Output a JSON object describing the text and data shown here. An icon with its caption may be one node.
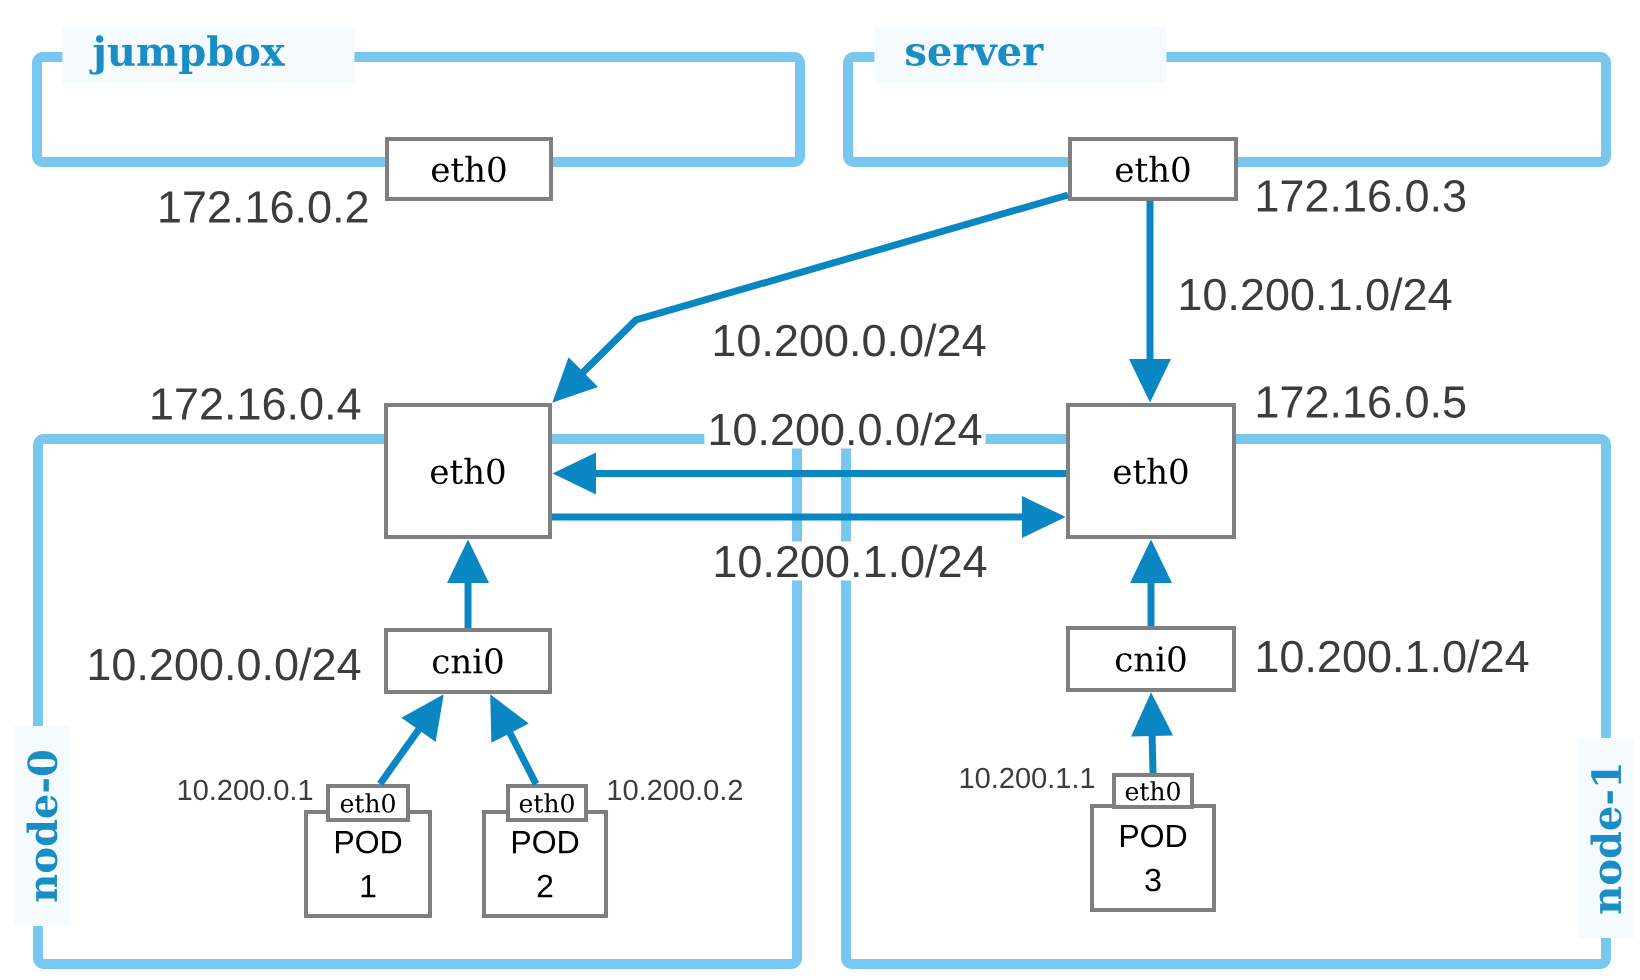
{
  "diagram": {
    "nodes": [
      {
        "text": [
          "jumpbox"
        ]
      },
      {
        "text": [
          "eth0"
        ],
        "beside": [
          "172.16.0.2"
        ]
      },
      {
        "text": [
          "server"
        ]
      },
      {
        "text": [
          "eth0"
        ],
        "beside": [
          "172.16.0.3"
        ]
      },
      {
        "text": [
          "node-0"
        ]
      },
      {
        "text": [
          "eth0"
        ],
        "beside": [
          "172.16.0.4"
        ]
      },
      {
        "text": [
          "cni0"
        ],
        "in": 4,
        "beside": [
          "10.200.0.0/24"
        ]
      },
      {
        "text": [
          "eth0"
        ],
        "in": 4,
        "beside": [
          "10.200.0.1"
        ]
      },
      {
        "text": [
          "POD 1"
        ],
        "in": 4
      },
      {
        "text": [
          "eth0"
        ],
        "in": 4,
        "beside": [
          "10.200.0.2"
        ]
      },
      {
        "text": [
          "POD 2"
        ],
        "in": 4
      },
      {
        "text": [
          "node-1"
        ]
      },
      {
        "text": [
          "eth0"
        ],
        "beside": [
          "172.16.0.5"
        ]
      },
      {
        "text": [
          "cni0"
        ],
        "in": 11,
        "beside": [
          "10.200.1.0/24"
        ]
      },
      {
        "text": [
          "eth0"
        ],
        "in": 11,
        "beside": [
          "10.200.1.1"
        ]
      },
      {
        "text": [
          "POD 3"
        ],
        "in": 11
      }
    ],
    "edges": [
      {
        "from": 3,
        "to": 5,
        "arrow": "to",
        "label": "10.200.0.0/24"
      },
      {
        "from": 3,
        "to": 12,
        "arrow": "to",
        "label": "10.200.1.0/24"
      },
      {
        "from": 12,
        "to": 5,
        "arrow": "to",
        "label": "10.200.0.0/24"
      },
      {
        "from": 5,
        "to": 12,
        "arrow": "to",
        "label": "10.200.1.0/24"
      },
      {
        "from": 6,
        "to": 5,
        "arrow": "to"
      },
      {
        "from": 7,
        "to": 6,
        "arrow": "to"
      },
      {
        "from": 9,
        "to": 6,
        "arrow": "to"
      },
      {
        "from": 13,
        "to": 12,
        "arrow": "to"
      },
      {
        "from": 14,
        "to": 13,
        "arrow": "to"
      }
    ]
  }
}
